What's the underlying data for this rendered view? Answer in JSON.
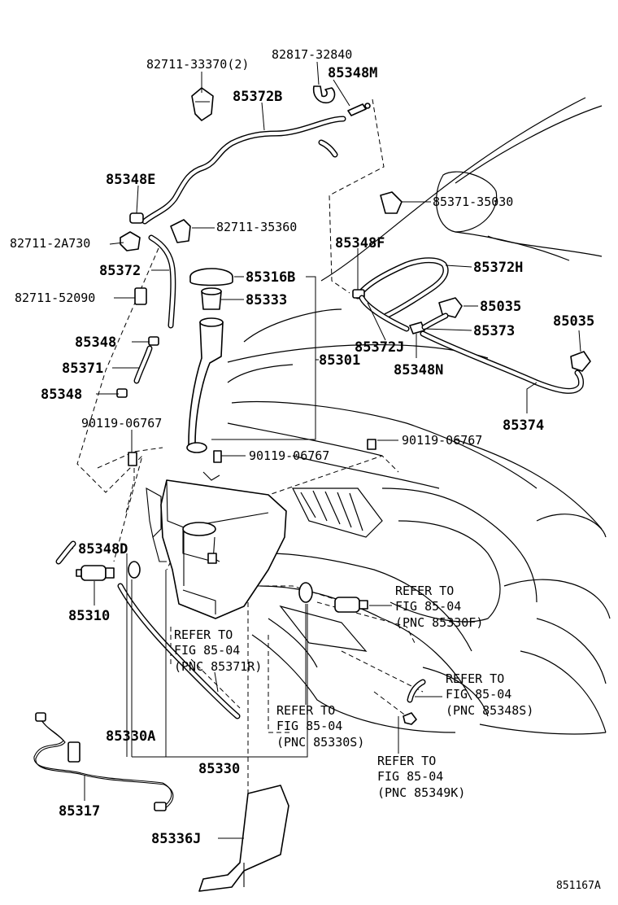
{
  "labels": {
    "p82711_33370": "82711-33370(2)",
    "p82817_32840": "82817-32840",
    "p85348M": "85348M",
    "p85372B": "85372B",
    "p85348E": "85348E",
    "p82711_35360": "82711-35360",
    "p82711_2A730": "82711-2A730",
    "p85372": "85372",
    "p85316B": "85316B",
    "p82711_52090": "82711-52090",
    "p85333": "85333",
    "p85371_35030": "85371-35030",
    "p85348F": "85348F",
    "p85372H": "85372H",
    "p85035a": "85035",
    "p85035b": "85035",
    "p85373": "85373",
    "p85372J": "85372J",
    "p85348N": "85348N",
    "p85348": "85348",
    "p85301": "85301",
    "p85371": "85371",
    "p85348b": "85348",
    "p90119_a": "90119-06767",
    "p90119_b": "90119-06767",
    "p90119_c": "90119-06767",
    "p85374": "85374",
    "p85348D": "85348D",
    "p85310": "85310",
    "p85330A": "85330A",
    "p85330": "85330",
    "p85317": "85317",
    "p85336J": "85336J",
    "figure_id": "851167A"
  },
  "refs": {
    "r1": [
      "REFER TO",
      "FIG 85-04",
      "(PNC 85330F)"
    ],
    "r2": [
      "REFER TO",
      "FIG 85-04",
      "(PNC 85371R)"
    ],
    "r3": [
      "REFER TO",
      "FIG 85-04",
      "(PNC 85348S)"
    ],
    "r4": [
      "REFER TO",
      "FIG 85-04",
      "(PNC 85330S)"
    ],
    "r5": [
      "REFER TO",
      "FIG 85-04",
      "(PNC 85349K)"
    ]
  }
}
